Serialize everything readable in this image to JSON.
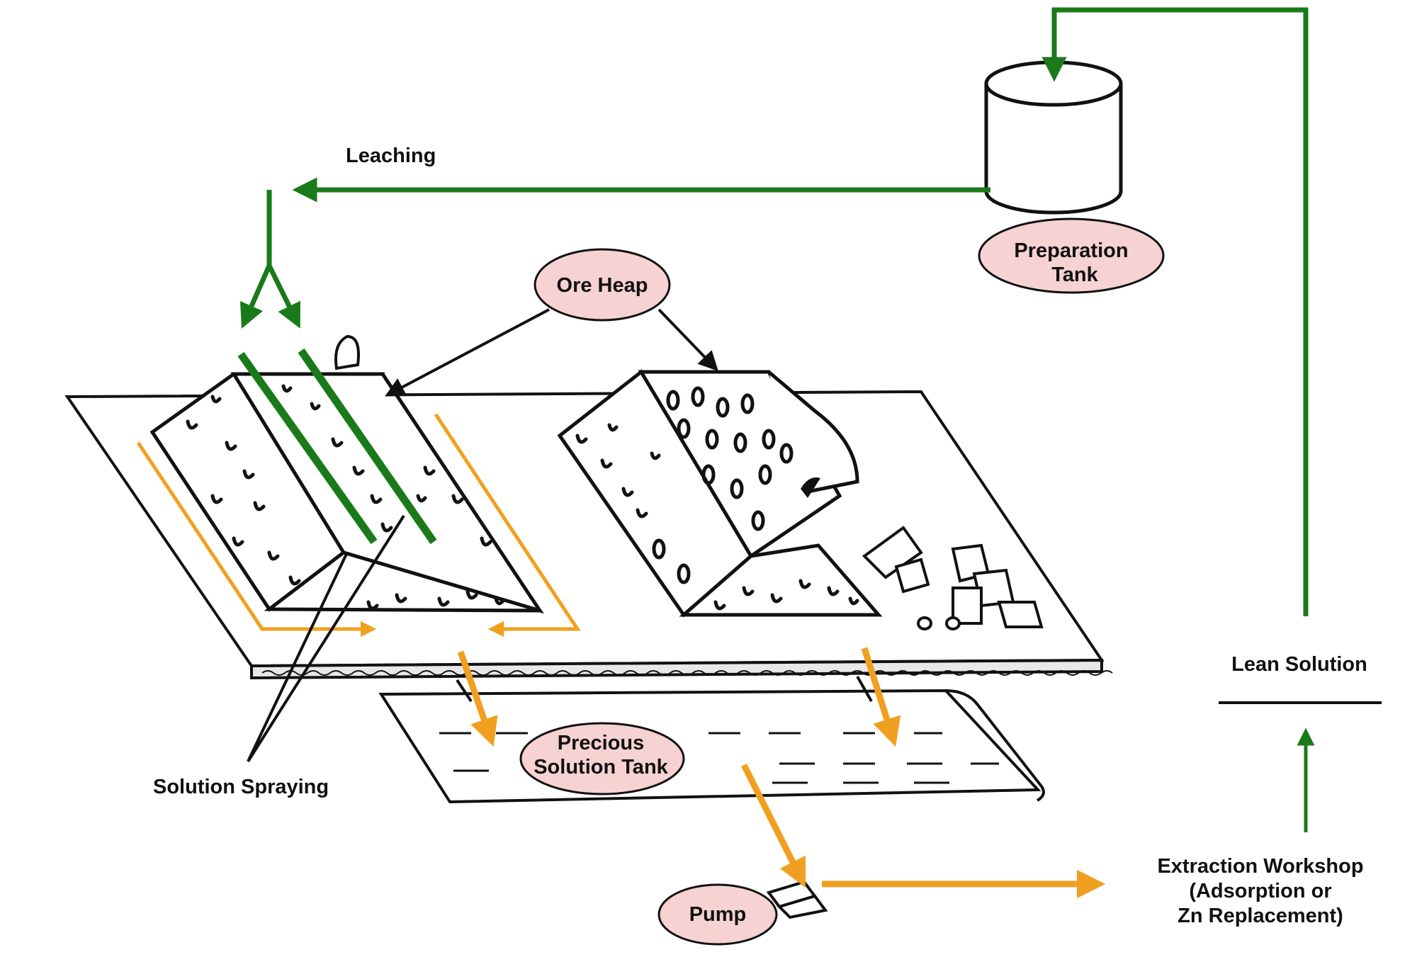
{
  "labels": {
    "leaching": "Leaching",
    "ore_heap": "Ore Heap",
    "preparation_tank_line1": "Preparation",
    "preparation_tank_line2": "Tank",
    "precious_tank_line1": "Precious",
    "precious_tank_line2": "Solution Tank",
    "solution_spraying": "Solution Spraying",
    "pump": "Pump",
    "lean_solution": "Lean Solution",
    "extraction_line1": "Extraction Workshop",
    "extraction_line2": "(Adsorption or",
    "extraction_line3": "Zn Replacement)"
  },
  "colors": {
    "lean_flow": "#1a7a1a",
    "precious_flow": "#f0a020",
    "label_fill": "#f6d2d2",
    "outline": "#111111"
  }
}
